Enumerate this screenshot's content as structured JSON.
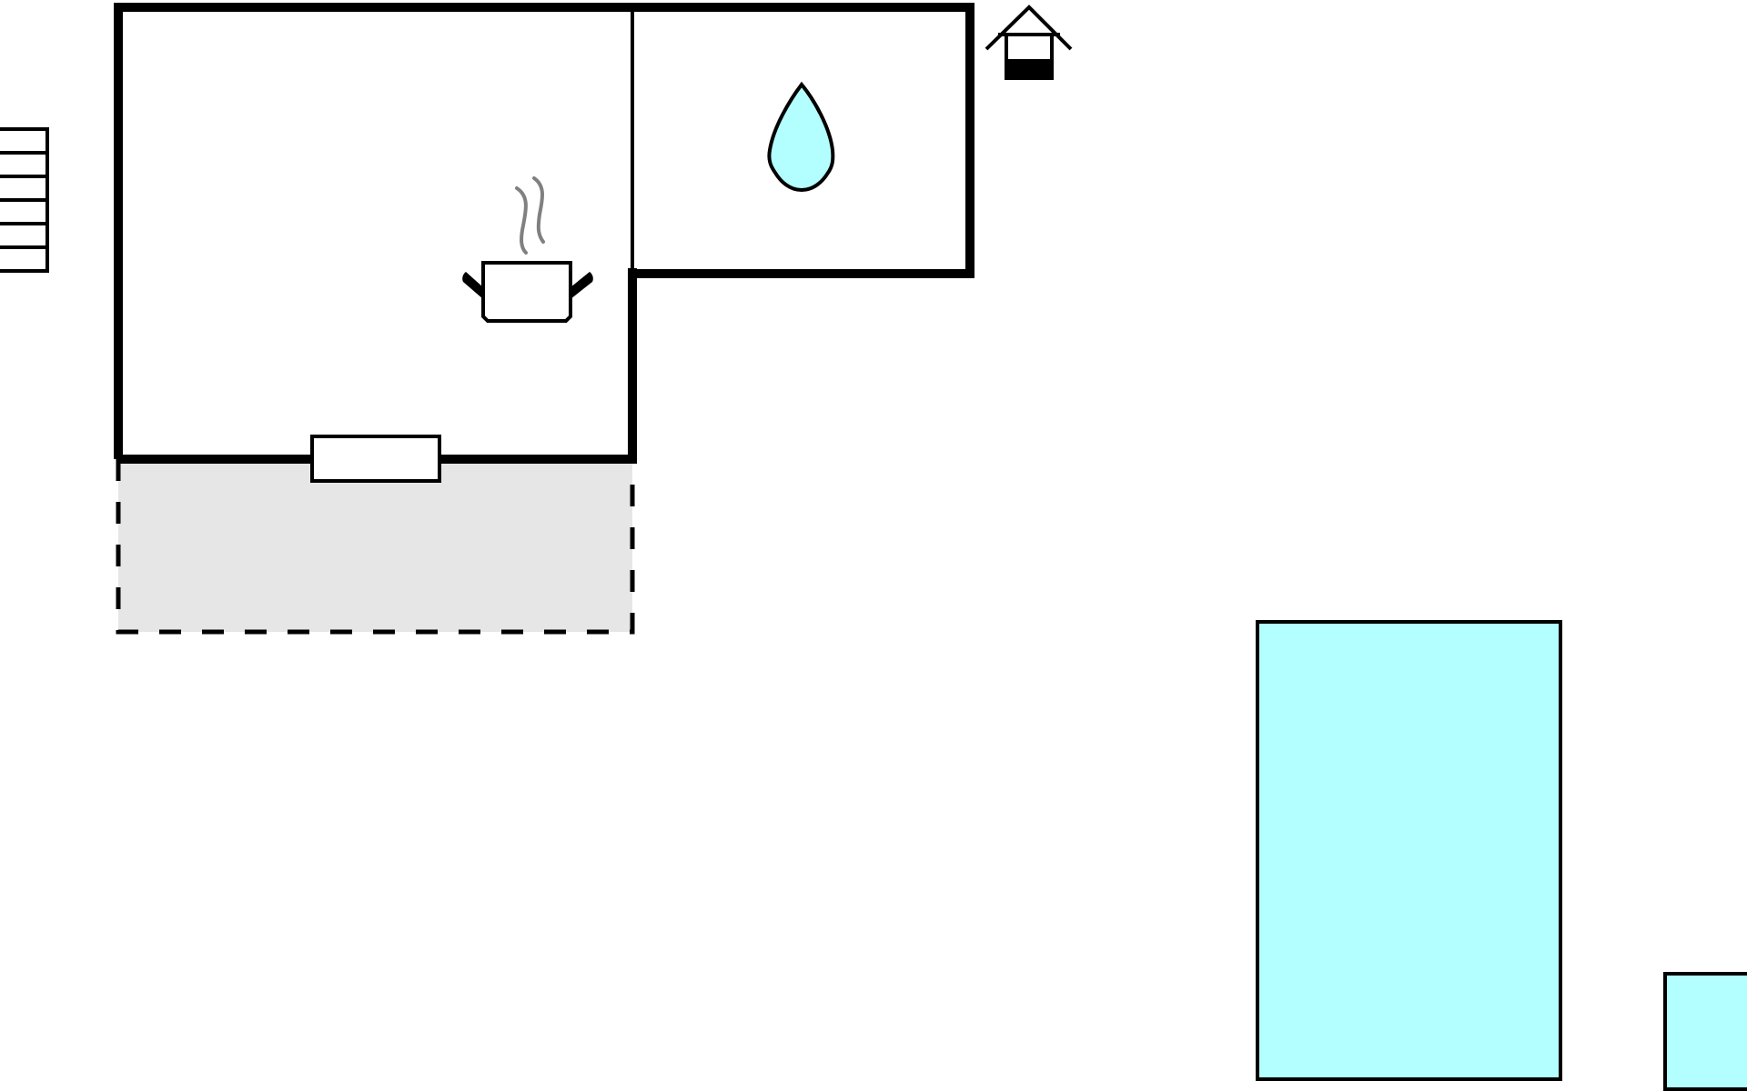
{
  "diagram": {
    "type": "floor-plan",
    "labels": [],
    "colors": {
      "background": "#ffffff",
      "wall": "#000000",
      "water": "#b3ffff",
      "terrace": "#e6e6e6",
      "steam": "#808080"
    },
    "elements": [
      {
        "name": "stairs-icon",
        "kind": "stairs",
        "steps": 6
      },
      {
        "name": "kitchen-room",
        "kind": "room"
      },
      {
        "name": "cooking-pot-icon",
        "kind": "kitchen"
      },
      {
        "name": "bathroom-room",
        "kind": "room"
      },
      {
        "name": "water-drop-icon",
        "kind": "bathroom"
      },
      {
        "name": "water-well-icon",
        "kind": "well"
      },
      {
        "name": "window",
        "kind": "window"
      },
      {
        "name": "terrace-area",
        "kind": "terrace"
      },
      {
        "name": "swimming-pool",
        "kind": "pool"
      },
      {
        "name": "pool-small",
        "kind": "pool"
      }
    ]
  }
}
